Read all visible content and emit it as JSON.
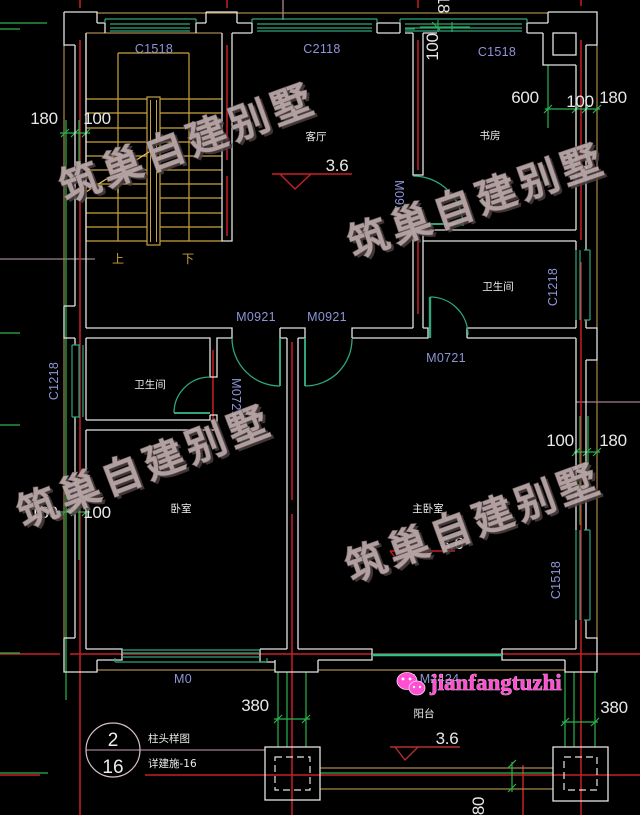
{
  "drawing": {
    "background": "#000000",
    "colors": {
      "wall": "#e4e4e4",
      "axis": "#c81f25",
      "dimension": "#2bb24c",
      "window": "#2fa57c",
      "stair": "#c9a23e",
      "outline": "#a8874e",
      "label": "#8d95d8",
      "text": "#e8e8e8",
      "watermark": "#bcaaab",
      "logo": "#ff4fd2"
    }
  },
  "rooms": {
    "stair": {
      "up_label": "上",
      "down_label": "下",
      "window": "C1518"
    },
    "living_room": {
      "name": "客厅",
      "window": "C2118",
      "elevation": "3.6",
      "study_door": "M0921"
    },
    "study": {
      "name": "书房",
      "window": "C1518"
    },
    "upper_bathroom": {
      "name": "卫生间",
      "window": "C1218",
      "door": "M0721"
    },
    "lower_bathroom": {
      "name": "卫生间",
      "window": "C1218",
      "door": "M0721"
    },
    "bedroom": {
      "name": "卧室",
      "door": "M0921",
      "bottom_window": "M0"
    },
    "master_bedroom": {
      "name": "主卧室",
      "elevation": "3.6",
      "window": "C1518",
      "door": "M0921"
    },
    "balcony": {
      "name": "阳台",
      "elevation": "3.6",
      "door": "TLM2424"
    }
  },
  "dimensions": {
    "top_left": [
      "180",
      "100"
    ],
    "lower_left": [
      "180",
      "100"
    ],
    "top_right": [
      "600",
      "100",
      "180"
    ],
    "mid_right": [
      "100",
      "180"
    ],
    "top_vertical": "100",
    "top_clipped": "18",
    "balcony_left": "380",
    "balcony_right": "380",
    "bottom_clipped": "80"
  },
  "detail_callout": {
    "number": "2",
    "sheet": "16",
    "title": "柱头样图",
    "reference": "详建施-16"
  },
  "watermark": {
    "text": "筑巢自建别墅"
  },
  "logo": {
    "text": "jianfangtuzhi",
    "icon": "wechat-icon"
  }
}
